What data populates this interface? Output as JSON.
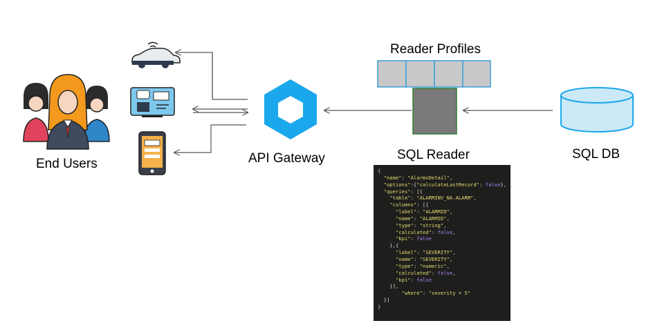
{
  "labels": {
    "end_users": "End Users",
    "api_gateway": "API Gateway",
    "reader_profiles": "Reader Profiles",
    "sql_reader": "SQL Reader",
    "sql_db": "SQL DB"
  },
  "icons": {
    "users": "users-group-icon",
    "car": "connected-car-icon",
    "monitor": "robot-monitor-icon",
    "phone": "mobile-phone-icon",
    "gateway": "api-gateway-hexagon-icon",
    "database": "database-cylinder-icon"
  },
  "colors": {
    "gateway": "#1aa7ec",
    "profile_cell": "#c8c8c8",
    "profile_border": "#3aa0d8",
    "reader_box": "#7a7a7a",
    "reader_border": "#2e7d32",
    "db_fill": "#cce9f7",
    "db_stroke": "#1aa7ec",
    "arrow": "#555555"
  },
  "reader_profiles": {
    "cells": 4
  },
  "code_lines": [
    [
      [
        "p",
        "{"
      ]
    ],
    [
      [
        "p",
        "  "
      ],
      [
        "key",
        "\"name\""
      ],
      [
        "p",
        ": "
      ],
      [
        "str",
        "\"AlarmsDetail\""
      ],
      [
        "p",
        ","
      ]
    ],
    [
      [
        "p",
        "  "
      ],
      [
        "key",
        "\"options\""
      ],
      [
        "p",
        ":{"
      ],
      [
        "key",
        "\"calculateLastRecord\""
      ],
      [
        "p",
        ": "
      ],
      [
        "kw",
        "false"
      ],
      [
        "p",
        "},"
      ]
    ],
    [
      [
        "p",
        "  "
      ],
      [
        "key",
        "\"queries\""
      ],
      [
        "p",
        ": [{"
      ]
    ],
    [
      [
        "p",
        "    "
      ],
      [
        "key",
        "\"table\""
      ],
      [
        "p",
        ": "
      ],
      [
        "str",
        "\"ALARMINV_NA.ALARM\""
      ],
      [
        "p",
        ","
      ]
    ],
    [
      [
        "p",
        "    "
      ],
      [
        "key",
        "\"columns\""
      ],
      [
        "p",
        ": [{"
      ]
    ],
    [
      [
        "p",
        "      "
      ],
      [
        "key",
        "\"label\""
      ],
      [
        "p",
        ": "
      ],
      [
        "str",
        "\"ALARMID\""
      ],
      [
        "p",
        ","
      ]
    ],
    [
      [
        "p",
        "      "
      ],
      [
        "key",
        "\"name\""
      ],
      [
        "p",
        ": "
      ],
      [
        "str",
        "\"ALARMID\""
      ],
      [
        "p",
        ","
      ]
    ],
    [
      [
        "p",
        "      "
      ],
      [
        "key",
        "\"type\""
      ],
      [
        "p",
        ": "
      ],
      [
        "str",
        "\"string\""
      ],
      [
        "p",
        ","
      ]
    ],
    [
      [
        "p",
        "      "
      ],
      [
        "key",
        "\"calculated\""
      ],
      [
        "p",
        ": "
      ],
      [
        "kw",
        "false"
      ],
      [
        "p",
        ","
      ]
    ],
    [
      [
        "p",
        "      "
      ],
      [
        "key",
        "\"kpi\""
      ],
      [
        "p",
        ": "
      ],
      [
        "kw",
        "false"
      ]
    ],
    [
      [
        "p",
        "    },{"
      ]
    ],
    [
      [
        "p",
        "      "
      ],
      [
        "key",
        "\"label\""
      ],
      [
        "p",
        ": "
      ],
      [
        "str",
        "\"SEVERITY\""
      ],
      [
        "p",
        ","
      ]
    ],
    [
      [
        "p",
        "      "
      ],
      [
        "key",
        "\"name\""
      ],
      [
        "p",
        ": "
      ],
      [
        "str",
        "\"SEVERITY\""
      ],
      [
        "p",
        ","
      ]
    ],
    [
      [
        "p",
        "      "
      ],
      [
        "key",
        "\"type\""
      ],
      [
        "p",
        ": "
      ],
      [
        "str",
        "\"numeric\""
      ],
      [
        "p",
        ","
      ]
    ],
    [
      [
        "p",
        "      "
      ],
      [
        "key",
        "\"calculated\""
      ],
      [
        "p",
        ": "
      ],
      [
        "kw",
        "false"
      ],
      [
        "p",
        ","
      ]
    ],
    [
      [
        "p",
        "      "
      ],
      [
        "key",
        "\"kpi\""
      ],
      [
        "p",
        ": "
      ],
      [
        "kw",
        "false"
      ]
    ],
    [
      [
        "p",
        "    }],"
      ]
    ],
    [
      [
        "p",
        "        "
      ],
      [
        "key",
        "\"where\""
      ],
      [
        "p",
        ": "
      ],
      [
        "str",
        "\"severity = 5\""
      ]
    ],
    [
      [
        "p",
        "  }]"
      ]
    ],
    [
      [
        "p",
        "}"
      ]
    ]
  ]
}
